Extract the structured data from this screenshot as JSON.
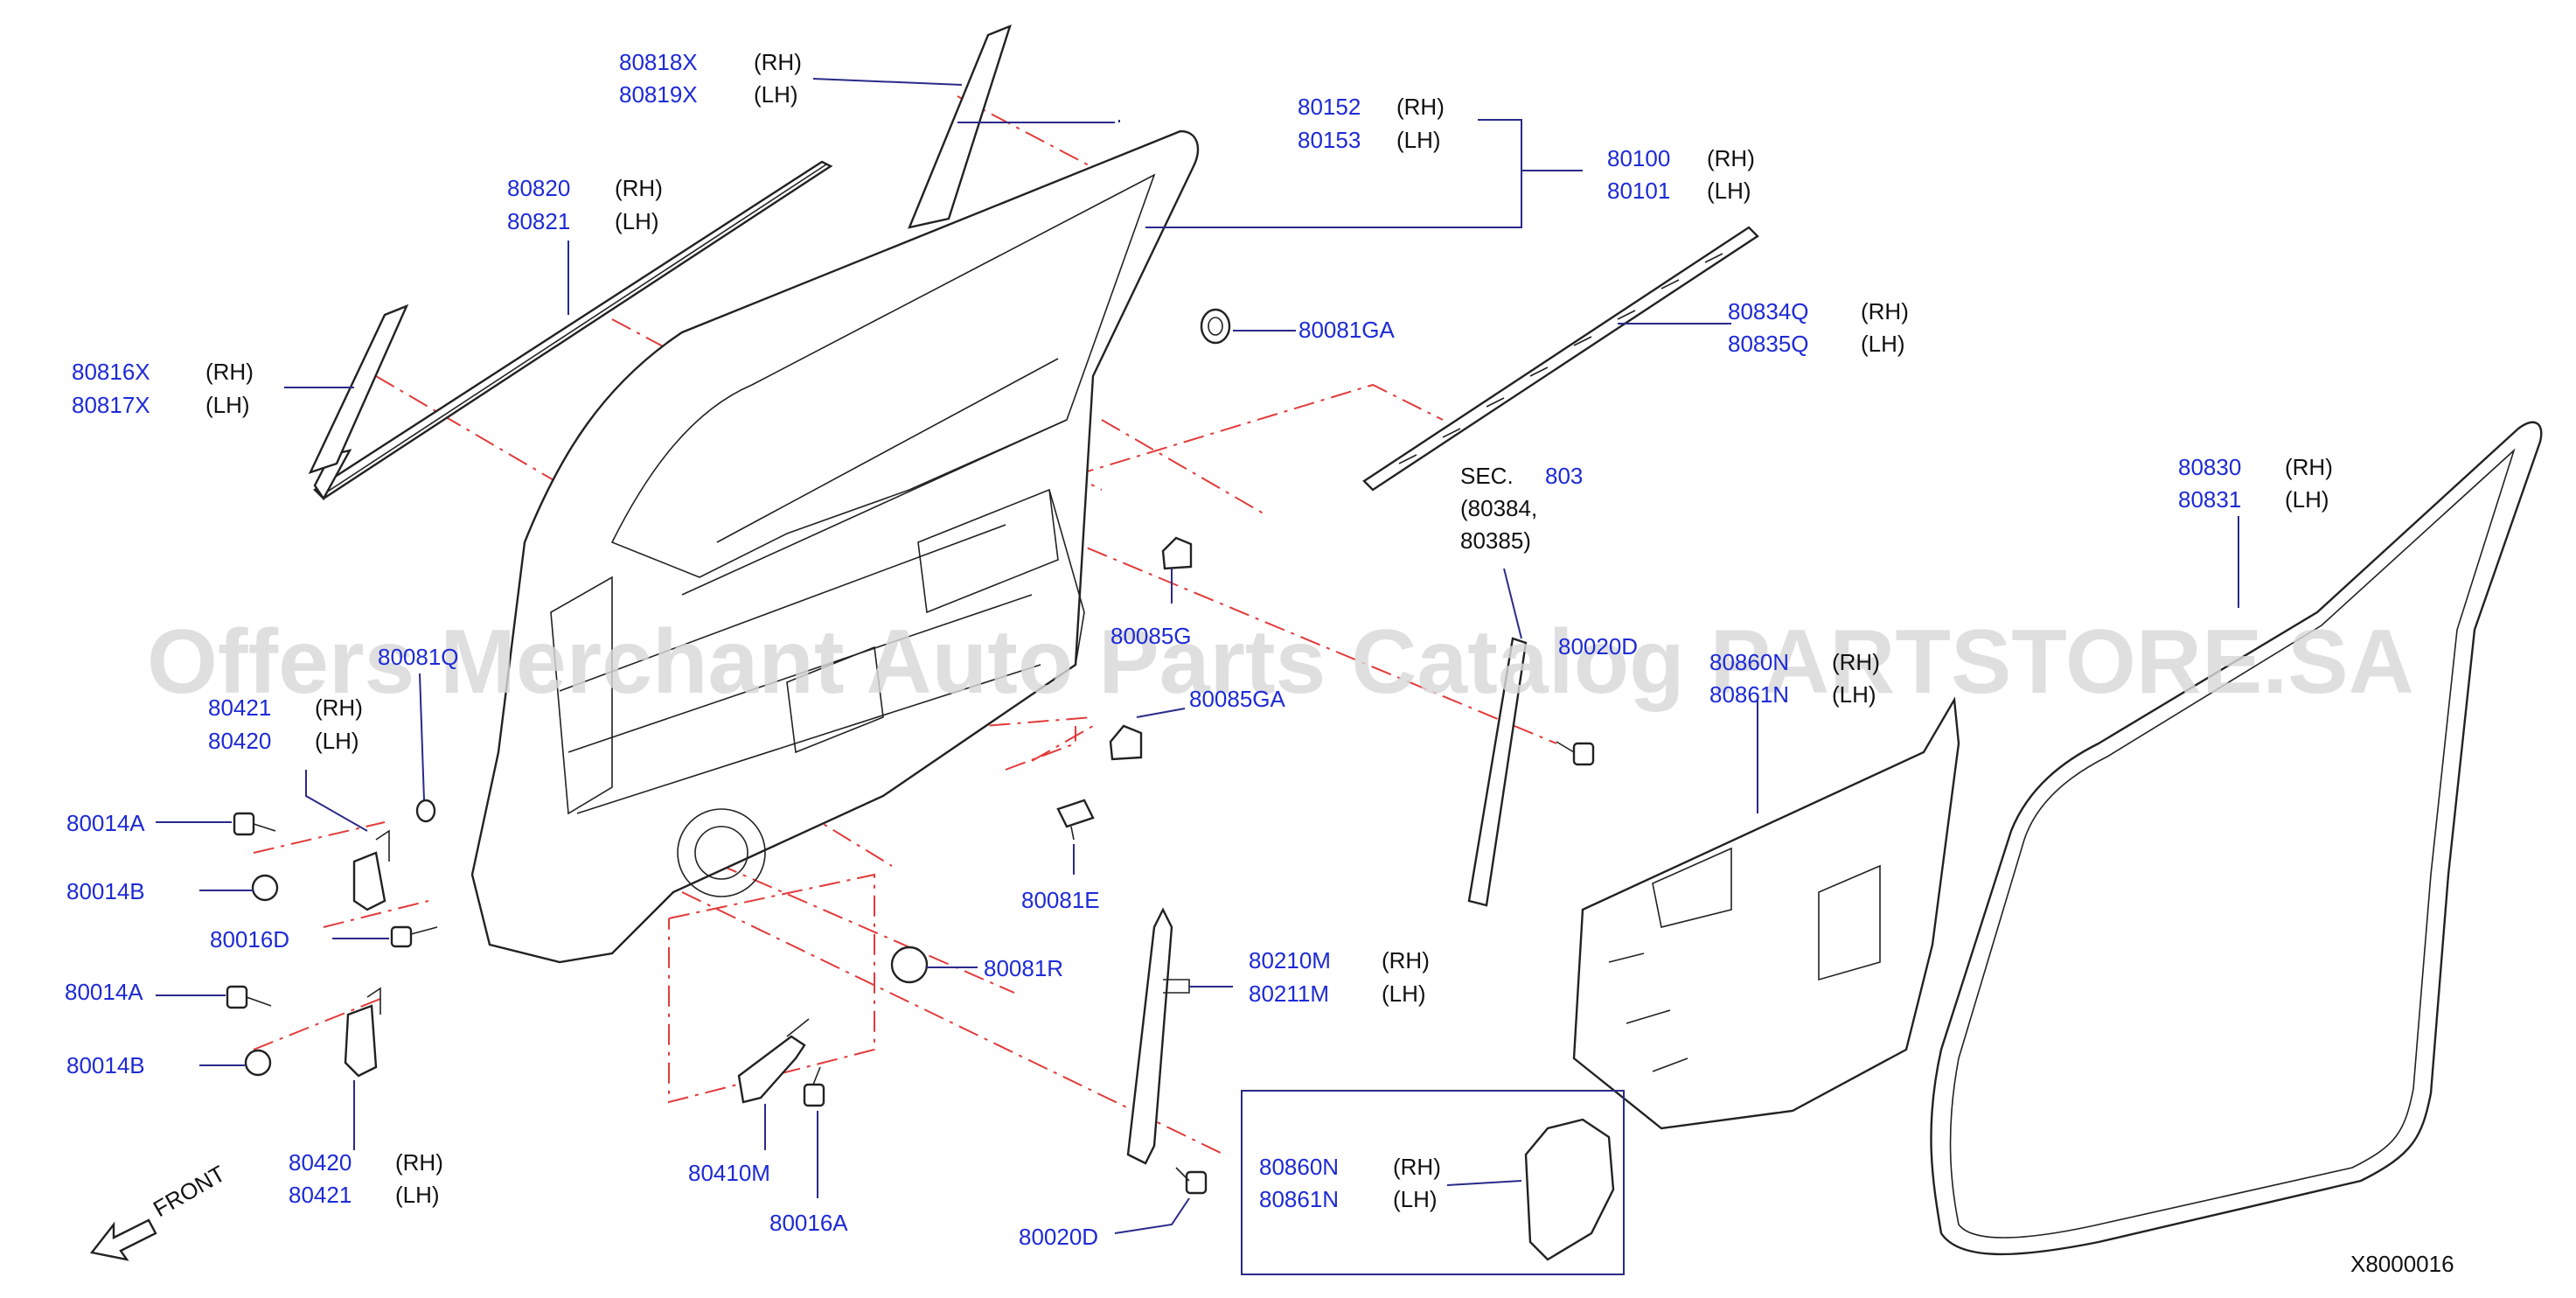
{
  "diagram": {
    "code": "X8000016",
    "watermark": "Offers Merchant Auto Parts Catalog PARTSTORE.SA",
    "front_label": "FRONT",
    "labels": [
      {
        "id": "80818x",
        "lines": [
          {
            "n": "80818X",
            "s": "(RH)"
          },
          {
            "n": "80819X",
            "s": "(LH)"
          }
        ]
      },
      {
        "id": "80152",
        "lines": [
          {
            "n": "80152",
            "s": "(RH)"
          },
          {
            "n": "80153",
            "s": "(LH)"
          }
        ]
      },
      {
        "id": "80100",
        "lines": [
          {
            "n": "80100",
            "s": "(RH)"
          },
          {
            "n": "80101",
            "s": "(LH)"
          }
        ]
      },
      {
        "id": "80820",
        "lines": [
          {
            "n": "80820",
            "s": "(RH)"
          },
          {
            "n": "80821",
            "s": "(LH)"
          }
        ]
      },
      {
        "id": "80834q",
        "lines": [
          {
            "n": "80834Q",
            "s": "(RH)"
          },
          {
            "n": "80835Q",
            "s": "(LH)"
          }
        ]
      },
      {
        "id": "80081ga",
        "lines": [
          {
            "n": "80081GA",
            "s": ""
          }
        ]
      },
      {
        "id": "80816x",
        "lines": [
          {
            "n": "80816X",
            "s": "(RH)"
          },
          {
            "n": "80817X",
            "s": "(LH)"
          }
        ]
      },
      {
        "id": "80830",
        "lines": [
          {
            "n": "80830",
            "s": "(RH)"
          },
          {
            "n": "80831",
            "s": "(LH)"
          }
        ]
      },
      {
        "id": "80085g",
        "lines": [
          {
            "n": "80085G",
            "s": ""
          }
        ]
      },
      {
        "id": "80020d-top",
        "lines": [
          {
            "n": "80020D",
            "s": ""
          }
        ]
      },
      {
        "id": "80860n-top",
        "lines": [
          {
            "n": "80860N",
            "s": "(RH)"
          },
          {
            "n": "80861N",
            "s": "(LH)"
          }
        ]
      },
      {
        "id": "80081q",
        "lines": [
          {
            "n": "80081Q",
            "s": ""
          }
        ]
      },
      {
        "id": "80421-top",
        "lines": [
          {
            "n": "80421",
            "s": "(RH)"
          },
          {
            "n": "80420",
            "s": "(LH)"
          }
        ]
      },
      {
        "id": "80085ga",
        "lines": [
          {
            "n": "80085GA",
            "s": ""
          }
        ]
      },
      {
        "id": "80014a-1",
        "lines": [
          {
            "n": "80014A",
            "s": ""
          }
        ]
      },
      {
        "id": "80014b-1",
        "lines": [
          {
            "n": "80014B",
            "s": ""
          }
        ]
      },
      {
        "id": "80081e",
        "lines": [
          {
            "n": "80081E",
            "s": ""
          }
        ]
      },
      {
        "id": "80016d",
        "lines": [
          {
            "n": "80016D",
            "s": ""
          }
        ]
      },
      {
        "id": "80081r",
        "lines": [
          {
            "n": "80081R",
            "s": ""
          }
        ]
      },
      {
        "id": "80210m",
        "lines": [
          {
            "n": "80210M",
            "s": "(RH)"
          },
          {
            "n": "80211M",
            "s": "(LH)"
          }
        ]
      },
      {
        "id": "80014a-2",
        "lines": [
          {
            "n": "80014A",
            "s": ""
          }
        ]
      },
      {
        "id": "80014b-2",
        "lines": [
          {
            "n": "80014B",
            "s": ""
          }
        ]
      },
      {
        "id": "80420-bot",
        "lines": [
          {
            "n": "80420",
            "s": "(RH)"
          },
          {
            "n": "80421",
            "s": "(LH)"
          }
        ]
      },
      {
        "id": "80410m",
        "lines": [
          {
            "n": "80410M",
            "s": ""
          }
        ]
      },
      {
        "id": "80016a",
        "lines": [
          {
            "n": "80016A",
            "s": ""
          }
        ]
      },
      {
        "id": "80860n-box",
        "lines": [
          {
            "n": "80860N",
            "s": "(RH)"
          },
          {
            "n": "80861N",
            "s": "(LH)"
          }
        ]
      },
      {
        "id": "80020d-bot",
        "lines": [
          {
            "n": "80020D",
            "s": ""
          }
        ]
      }
    ],
    "section_ref": {
      "prefix": "SEC.",
      "number": "803",
      "line2": "(80384,",
      "line3": "80385)"
    }
  }
}
